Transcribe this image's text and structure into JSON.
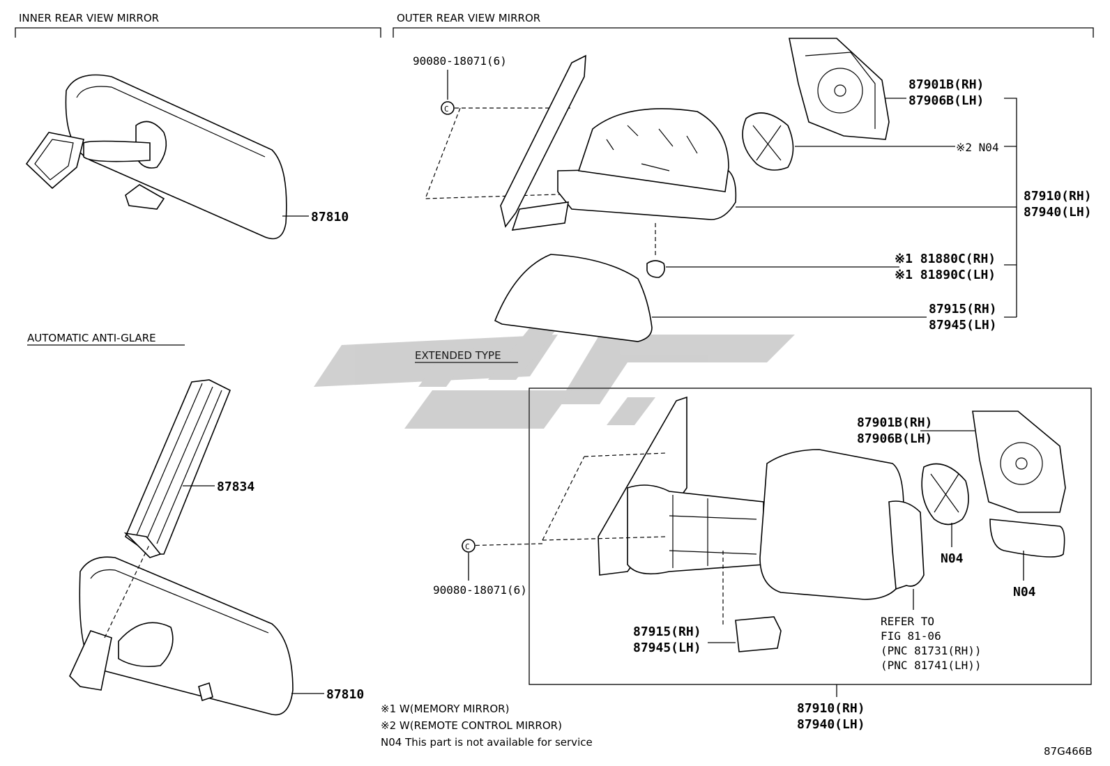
{
  "sections": {
    "inner": "INNER REAR VIEW MIRROR",
    "outer": "OUTER REAR VIEW MIRROR",
    "auto": "AUTOMATIC ANTI-GLARE",
    "extended": "EXTENDED TYPE"
  },
  "parts": {
    "p87810_a": "87810",
    "p87810_b": "87810",
    "p87834": "87834",
    "bolt_outer": "90080-18071(6)",
    "bolt_ext": "90080-18071(6)",
    "glass_rh": "87901B(RH)",
    "glass_lh": "87906B(LH)",
    "n04_outer": "※2 N04",
    "mirror_rh": "87910(RH)",
    "mirror_lh": "87940(LH)",
    "lamp_rh": "※1 81880C(RH)",
    "lamp_lh": "※1 81890C(LH)",
    "cover_rh": "87915(RH)",
    "cover_lh": "87945(LH)",
    "ext_glass_rh": "87901B(RH)",
    "ext_glass_lh": "87906B(LH)",
    "ext_n04_a": "N04",
    "ext_n04_b": "N04",
    "ext_cover_rh": "87915(RH)",
    "ext_cover_lh": "87945(LH)",
    "refer1": "REFER TO",
    "refer2": "FIG 81-06",
    "refer3": "(PNC 81731(RH))",
    "refer4": "(PNC 81741(LH))",
    "ext_mirror_rh": "87910(RH)",
    "ext_mirror_lh": "87940(LH)"
  },
  "notes": [
    "※1 W(MEMORY MIRROR)",
    "※2 W(REMOTE CONTROL MIRROR)",
    "N04 This part is not available for service"
  ],
  "code": "87G466B"
}
